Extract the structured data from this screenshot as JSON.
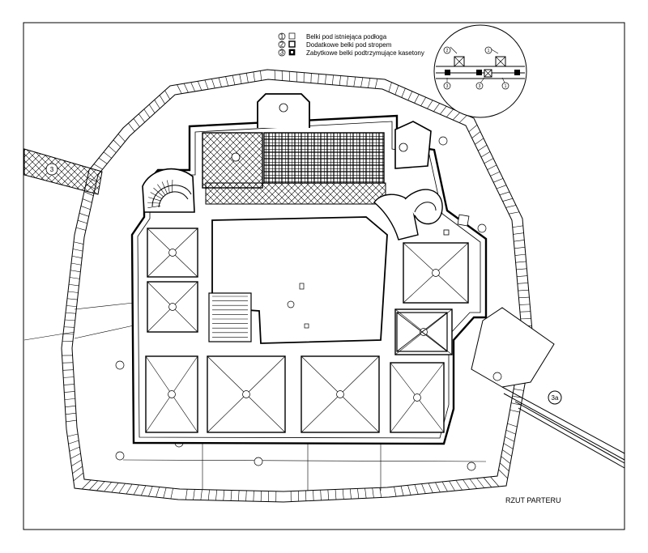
{
  "legend": {
    "items": [
      {
        "num": "1",
        "label": "Belki pod istniejąca podłoga"
      },
      {
        "num": "2",
        "label": "Dodatkowe belki pod stropem"
      },
      {
        "num": "3",
        "label": "Zabytkowe belki podtrzymujące kasetony"
      }
    ]
  },
  "detail": {
    "callouts": [
      "2",
      "1",
      "3",
      "3",
      "1"
    ]
  },
  "tags": {
    "bridge_left": "3",
    "bridge_right": "3a"
  },
  "title": "RZUT PARTERU"
}
